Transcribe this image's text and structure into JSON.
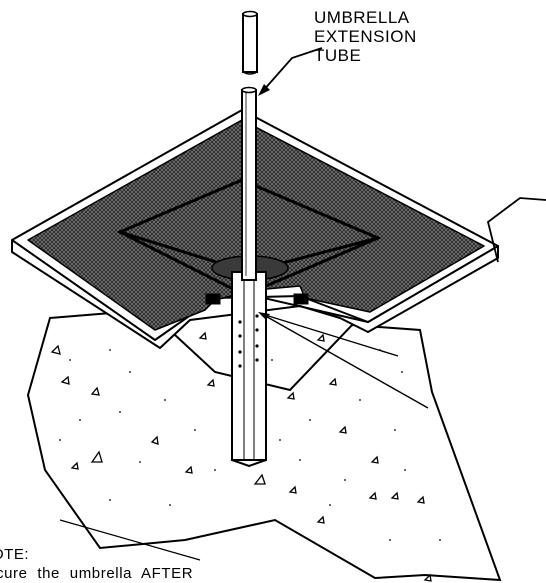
{
  "callout": {
    "line1": "UMBRELLA",
    "line2": "EXTENSION",
    "line3": "TUBE"
  },
  "note": {
    "heading": "OTE:",
    "body": "cure the umbrella AFTER"
  },
  "colors": {
    "ink": "#000000",
    "paper": "#ffffff"
  }
}
